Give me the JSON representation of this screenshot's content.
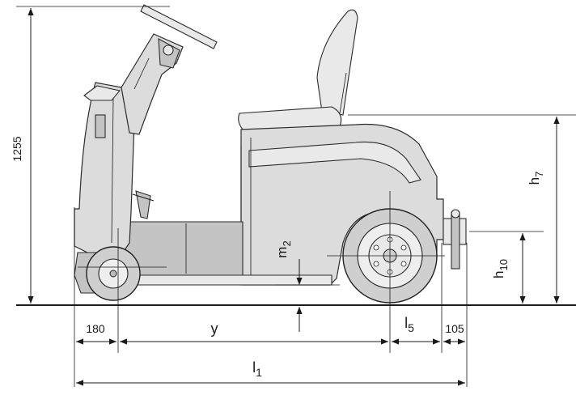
{
  "dimensions": {
    "height_total": "1255",
    "h7": "h",
    "h7_sub": "7",
    "h10": "h",
    "h10_sub": "10",
    "m2": "m",
    "m2_sub": "2",
    "front_overhang": "180",
    "y": "y",
    "l5": "l",
    "l5_sub": "5",
    "rear_overhang": "105",
    "l1": "l",
    "l1_sub": "1"
  },
  "colors": {
    "body": "#dcdcdc",
    "outline": "#2b2b2b",
    "dimension_line": "#1a1a1a"
  }
}
